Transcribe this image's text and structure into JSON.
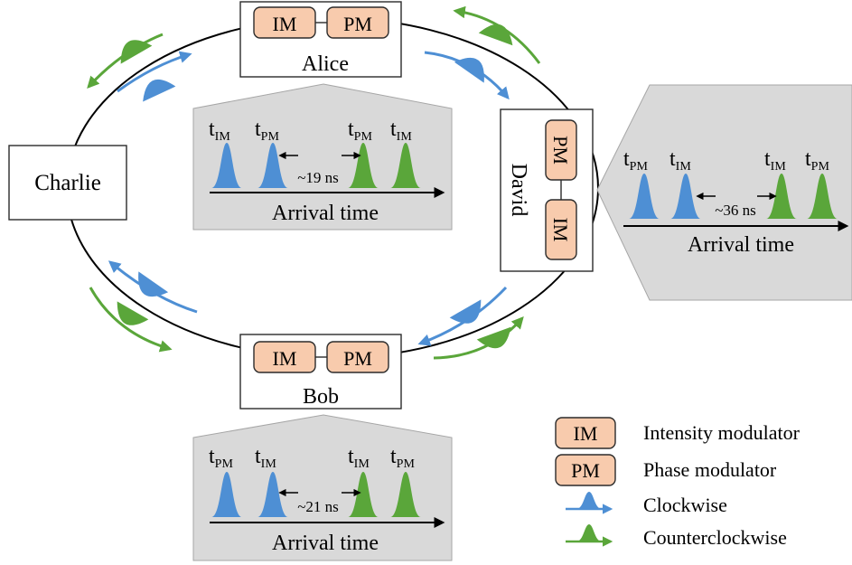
{
  "nodes": {
    "alice": "Alice",
    "bob": "Bob",
    "charlie": "Charlie",
    "david": "David"
  },
  "modulators": {
    "im": "IM",
    "pm": "PM"
  },
  "panels": {
    "alice": {
      "labels": [
        "IM",
        "PM",
        "PM",
        "IM"
      ],
      "delay": "~19 ns",
      "axis_label": "Arrival time"
    },
    "bob": {
      "labels": [
        "PM",
        "IM",
        "IM",
        "PM"
      ],
      "delay": "~21 ns",
      "axis_label": "Arrival time"
    },
    "david": {
      "labels": [
        "PM",
        "IM",
        "IM",
        "PM"
      ],
      "delay": "~36 ns",
      "axis_label": "Arrival time"
    }
  },
  "time_symbol": "t",
  "legend": {
    "items": [
      {
        "key": "IM",
        "text": "Intensity modulator"
      },
      {
        "key": "PM",
        "text": "Phase modulator"
      },
      {
        "text": "Clockwise",
        "color": "#4e8fd4"
      },
      {
        "text": "Counterclockwise",
        "color": "#5aa63a"
      }
    ]
  },
  "colors": {
    "clockwise": "#4e8fd4",
    "counterclockwise": "#5aa63a",
    "modulator_fill": "#f8cbad",
    "panel_fill": "#d9d9d9"
  }
}
